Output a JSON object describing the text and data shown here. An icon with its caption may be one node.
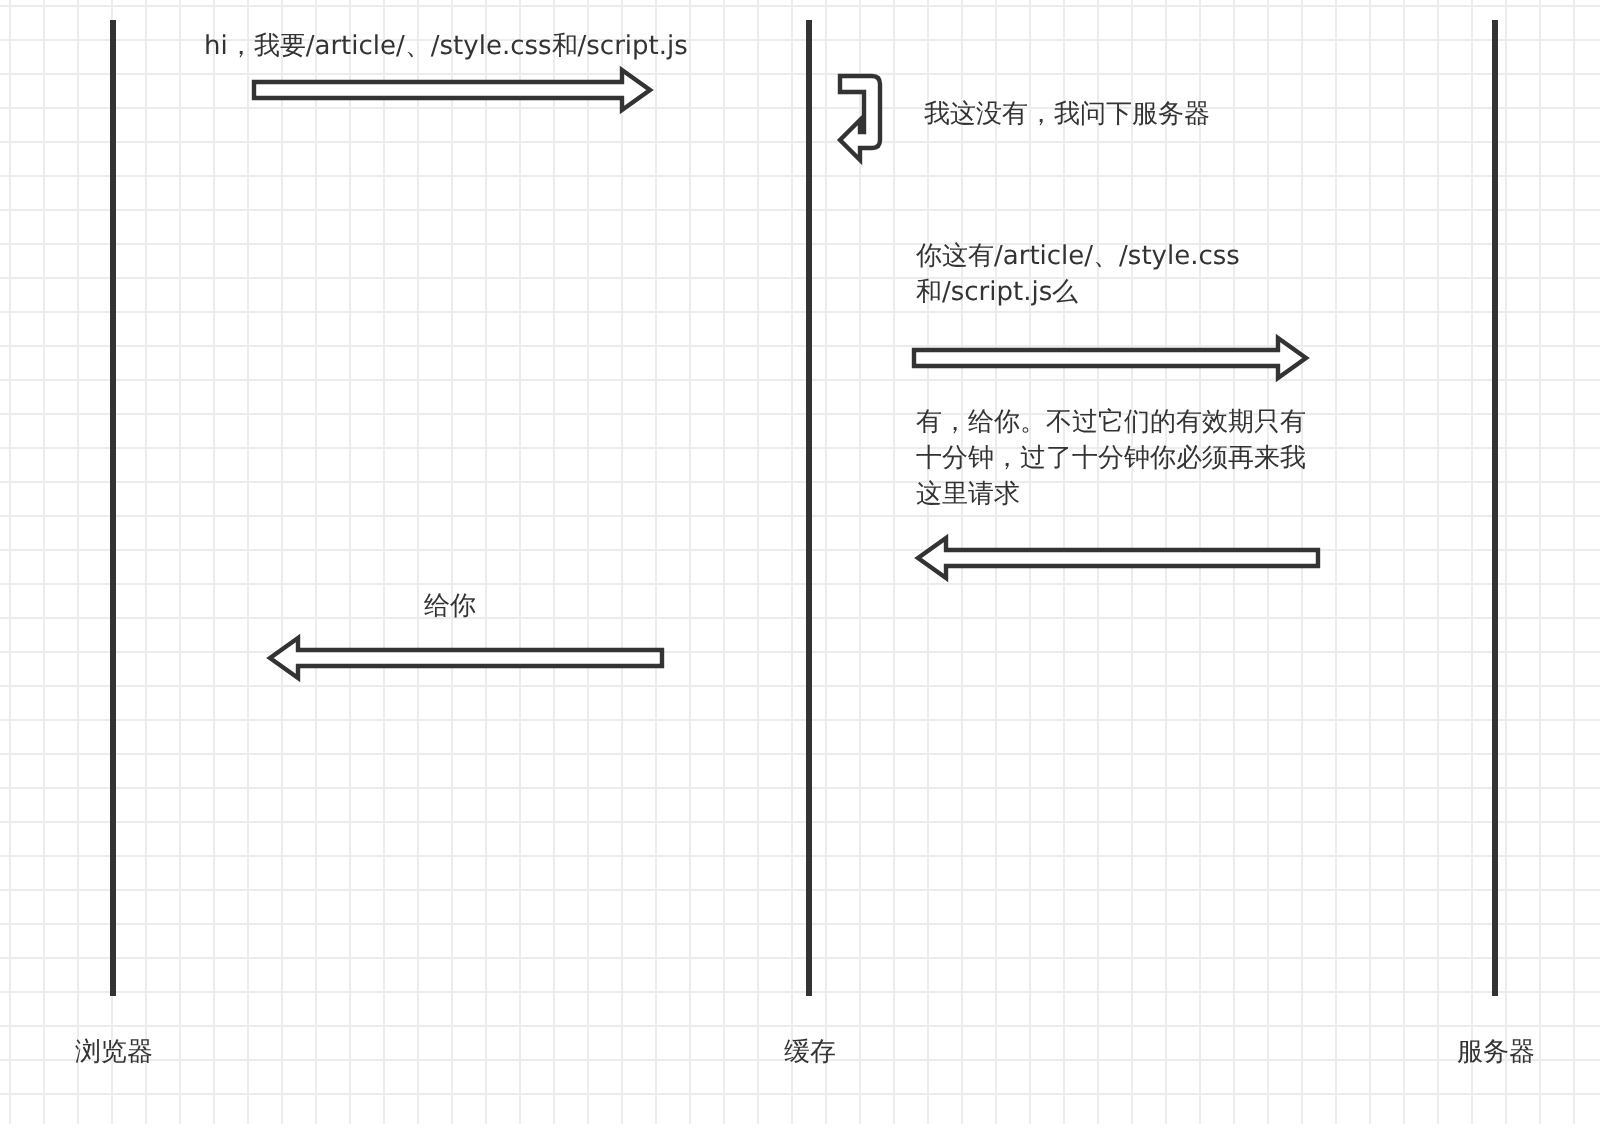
{
  "diagram": {
    "nodes": [
      {
        "text": [
          "浏览器"
        ]
      },
      {
        "text": [
          "缓存"
        ]
      },
      {
        "text": [
          "服务器"
        ]
      }
    ],
    "edges": [
      {
        "from": 0,
        "to": 1,
        "arrow": "to",
        "label": "hi，我要/article/、/style.css和/script.js"
      },
      {
        "from": 1,
        "to": 1,
        "arrow": "to",
        "label": "我这没有，我问下服务器"
      },
      {
        "from": 1,
        "to": 2,
        "arrow": "to",
        "label": "你这有/article/、/style.css和/script.js么"
      },
      {
        "from": 2,
        "to": 1,
        "arrow": "to",
        "label": "有，给你。不过它们的有效期只有十分钟，过了十分钟你必须再来我这里请求"
      },
      {
        "from": 1,
        "to": 0,
        "arrow": "to",
        "label": "给你"
      }
    ]
  }
}
